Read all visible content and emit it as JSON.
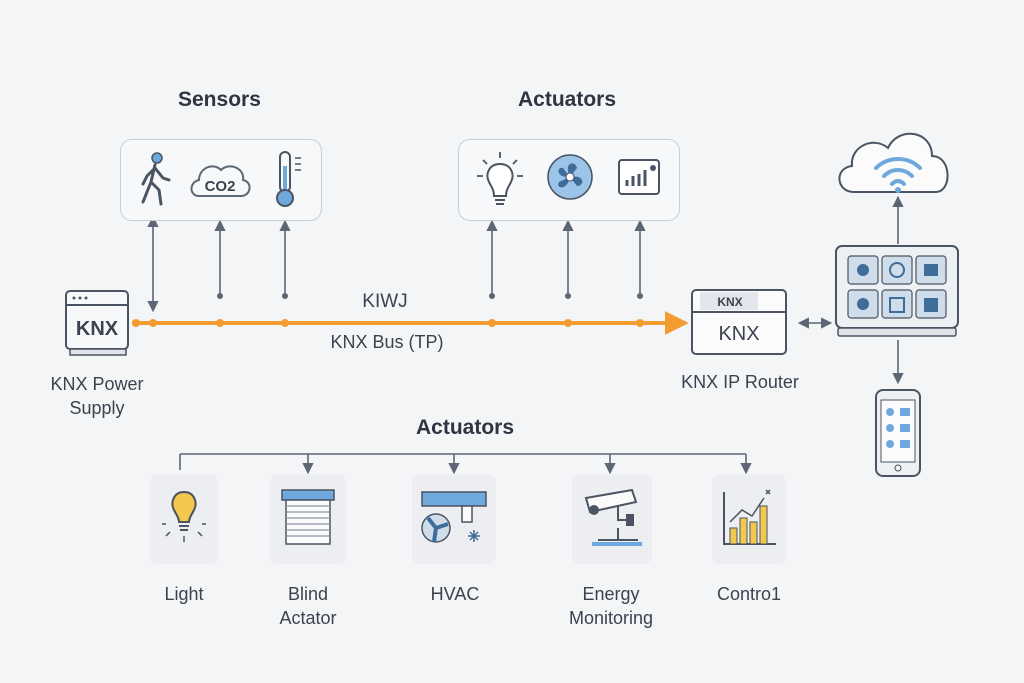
{
  "titles": {
    "sensors": "Sensors",
    "actuators_top": "Actuators",
    "actuators_bottom": "Actuators"
  },
  "bus": {
    "code_label": "KIWJ",
    "label": "KNX Bus (TP)"
  },
  "power_supply": {
    "device_text": "KNX",
    "label": "KNX Power Supply"
  },
  "router": {
    "top_text": "KNX",
    "main_text": "KNX",
    "label": "KNX IP Router"
  },
  "sensors": [
    {
      "icon": "person-walking-icon"
    },
    {
      "icon": "co2-cloud-icon",
      "text": "CO2"
    },
    {
      "icon": "thermometer-icon"
    }
  ],
  "actuators_top": [
    {
      "icon": "light-bulb-icon"
    },
    {
      "icon": "fan-icon"
    },
    {
      "icon": "signal-meter-icon"
    }
  ],
  "actuators_bottom": [
    {
      "icon": "light-bulb-icon",
      "label": "Light"
    },
    {
      "icon": "blind-icon",
      "label": "Blind Actator"
    },
    {
      "icon": "hvac-icon",
      "label": "HVAC"
    },
    {
      "icon": "camera-icon",
      "label": "Energy Monitoring"
    },
    {
      "icon": "bar-chart-icon",
      "label": "Contro1"
    }
  ],
  "colors": {
    "bus": "#f39c32",
    "accent_blue": "#6fa8dc",
    "line": "#5d6675",
    "yellow": "#f2c94c"
  }
}
